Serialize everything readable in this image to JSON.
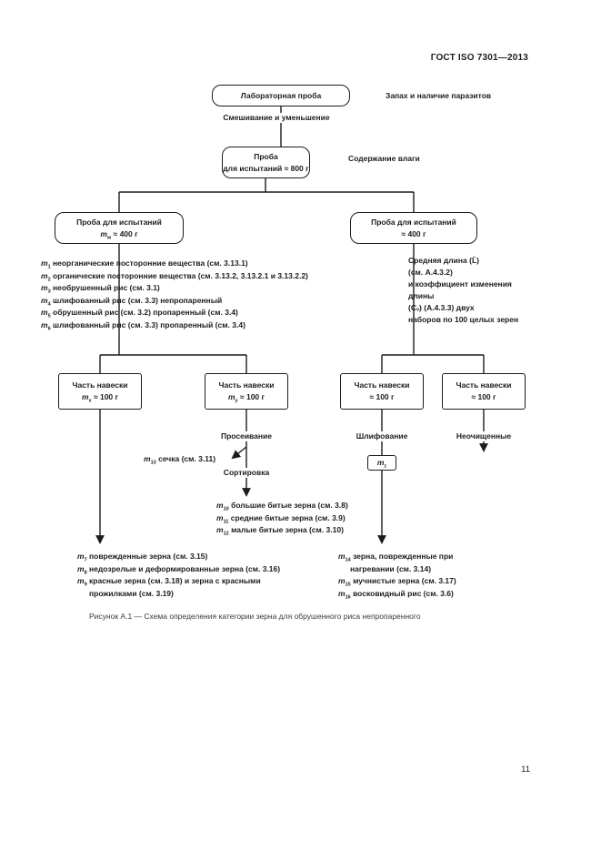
{
  "page": {
    "header": "ГОСТ ISO 7301—2013",
    "page_number": "11",
    "caption": "Рисунок А.1 — Схема определения категории зерна для обрушенного риса непропаренного"
  },
  "flow": {
    "lab_box": "Лабораторная проба",
    "smell_note": "Запах и наличие паразитов",
    "mixing_label": "Смешивание и уменьшение",
    "sample800": {
      "l1": "Проба",
      "l2": "для испытаний ≈ 800 г"
    },
    "moisture_note": "Содержание влаги",
    "sample400_left": {
      "l1": "Проба для испытаний",
      "v": "m",
      "s": "w",
      "t": " ≈ 400 г"
    },
    "sample400_right": {
      "l1": "Проба для испытаний",
      "l2": "≈ 400 г"
    },
    "left_note": {
      "items": [
        {
          "v": "m",
          "s": "1",
          "t": " неорганические посторонние вещества (см. 3.13.1)"
        },
        {
          "v": "m",
          "s": "2",
          "t": " органические посторонние вещества (см. 3.13.2, 3.13.2.1 и 3.13.2.2)"
        },
        {
          "v": "m",
          "s": "3",
          "t": " необрушенный рис (см. 3.1)"
        },
        {
          "v": "m",
          "s": "4",
          "t": " шлифованный рис (см. 3.3) непропаренный"
        },
        {
          "v": "m",
          "s": "5",
          "t": " обрушенный рис (см. 3.2) пропаренный (см. 3.4)"
        },
        {
          "v": "m",
          "s": "6",
          "t": " шлифованный рис (см. 3.3) пропаренный (см. 3.4)"
        }
      ]
    },
    "right_note": "Средняя длина (L̄)\n(см. А.4.3.2)\nи коэффициент изменения\nдлины\n(Cᵥ) (А.4.3.3) двух\nнаборов по 100 целых зерен",
    "portion_a": {
      "l1": "Часть навески",
      "v": "m",
      "s": "x",
      "t": " ≈ 100 г"
    },
    "portion_b": {
      "l1": "Часть навески",
      "v": "m",
      "s": "y",
      "t": " ≈ 100 г"
    },
    "portion_c": {
      "l1": "Часть навески",
      "l2": "≈ 100 г"
    },
    "portion_d": {
      "l1": "Часть навески",
      "l2": "≈ 100 г"
    },
    "sieving_label": "Просеивание",
    "sechka": {
      "v": "m",
      "s": "13",
      "t": " сечка (см. 3.11)"
    },
    "sorting_label": "Сортировка",
    "grinding_label": "Шлифование",
    "unpeeled_label": "Неочищенные",
    "mz_box": {
      "v": "m",
      "s": "z"
    },
    "broken_list": {
      "items": [
        {
          "v": "m",
          "s": "10",
          "t": " большие битые зерна (см. 3.8)"
        },
        {
          "v": "m",
          "s": "11",
          "t": " средние битые зерна (см. 3.9)"
        },
        {
          "v": "m",
          "s": "12",
          "t": " малые битые зерна (см. 3.10)"
        }
      ]
    },
    "damaged_list": {
      "items": [
        {
          "v": "m",
          "s": "7",
          "t": " поврежденные зерна (см. 3.15)"
        },
        {
          "v": "m",
          "s": "8",
          "t": " недозрелые и деформированные зерна (см. 3.16)"
        },
        {
          "v": "m",
          "s": "9",
          "t": " красные зерна (см. 3.18) и зерна с красными прожилками (см. 3.19)"
        }
      ]
    },
    "heat_list": {
      "items": [
        {
          "v": "m",
          "s": "14",
          "t": " зерна, поврежденные при нагревании (см. 3.14)"
        },
        {
          "v": "m",
          "s": "15",
          "t": " мучнистые зерна (см. 3.17)"
        },
        {
          "v": "m",
          "s": "16",
          "t": " восковидный рис (см. 3.6)"
        }
      ]
    }
  }
}
